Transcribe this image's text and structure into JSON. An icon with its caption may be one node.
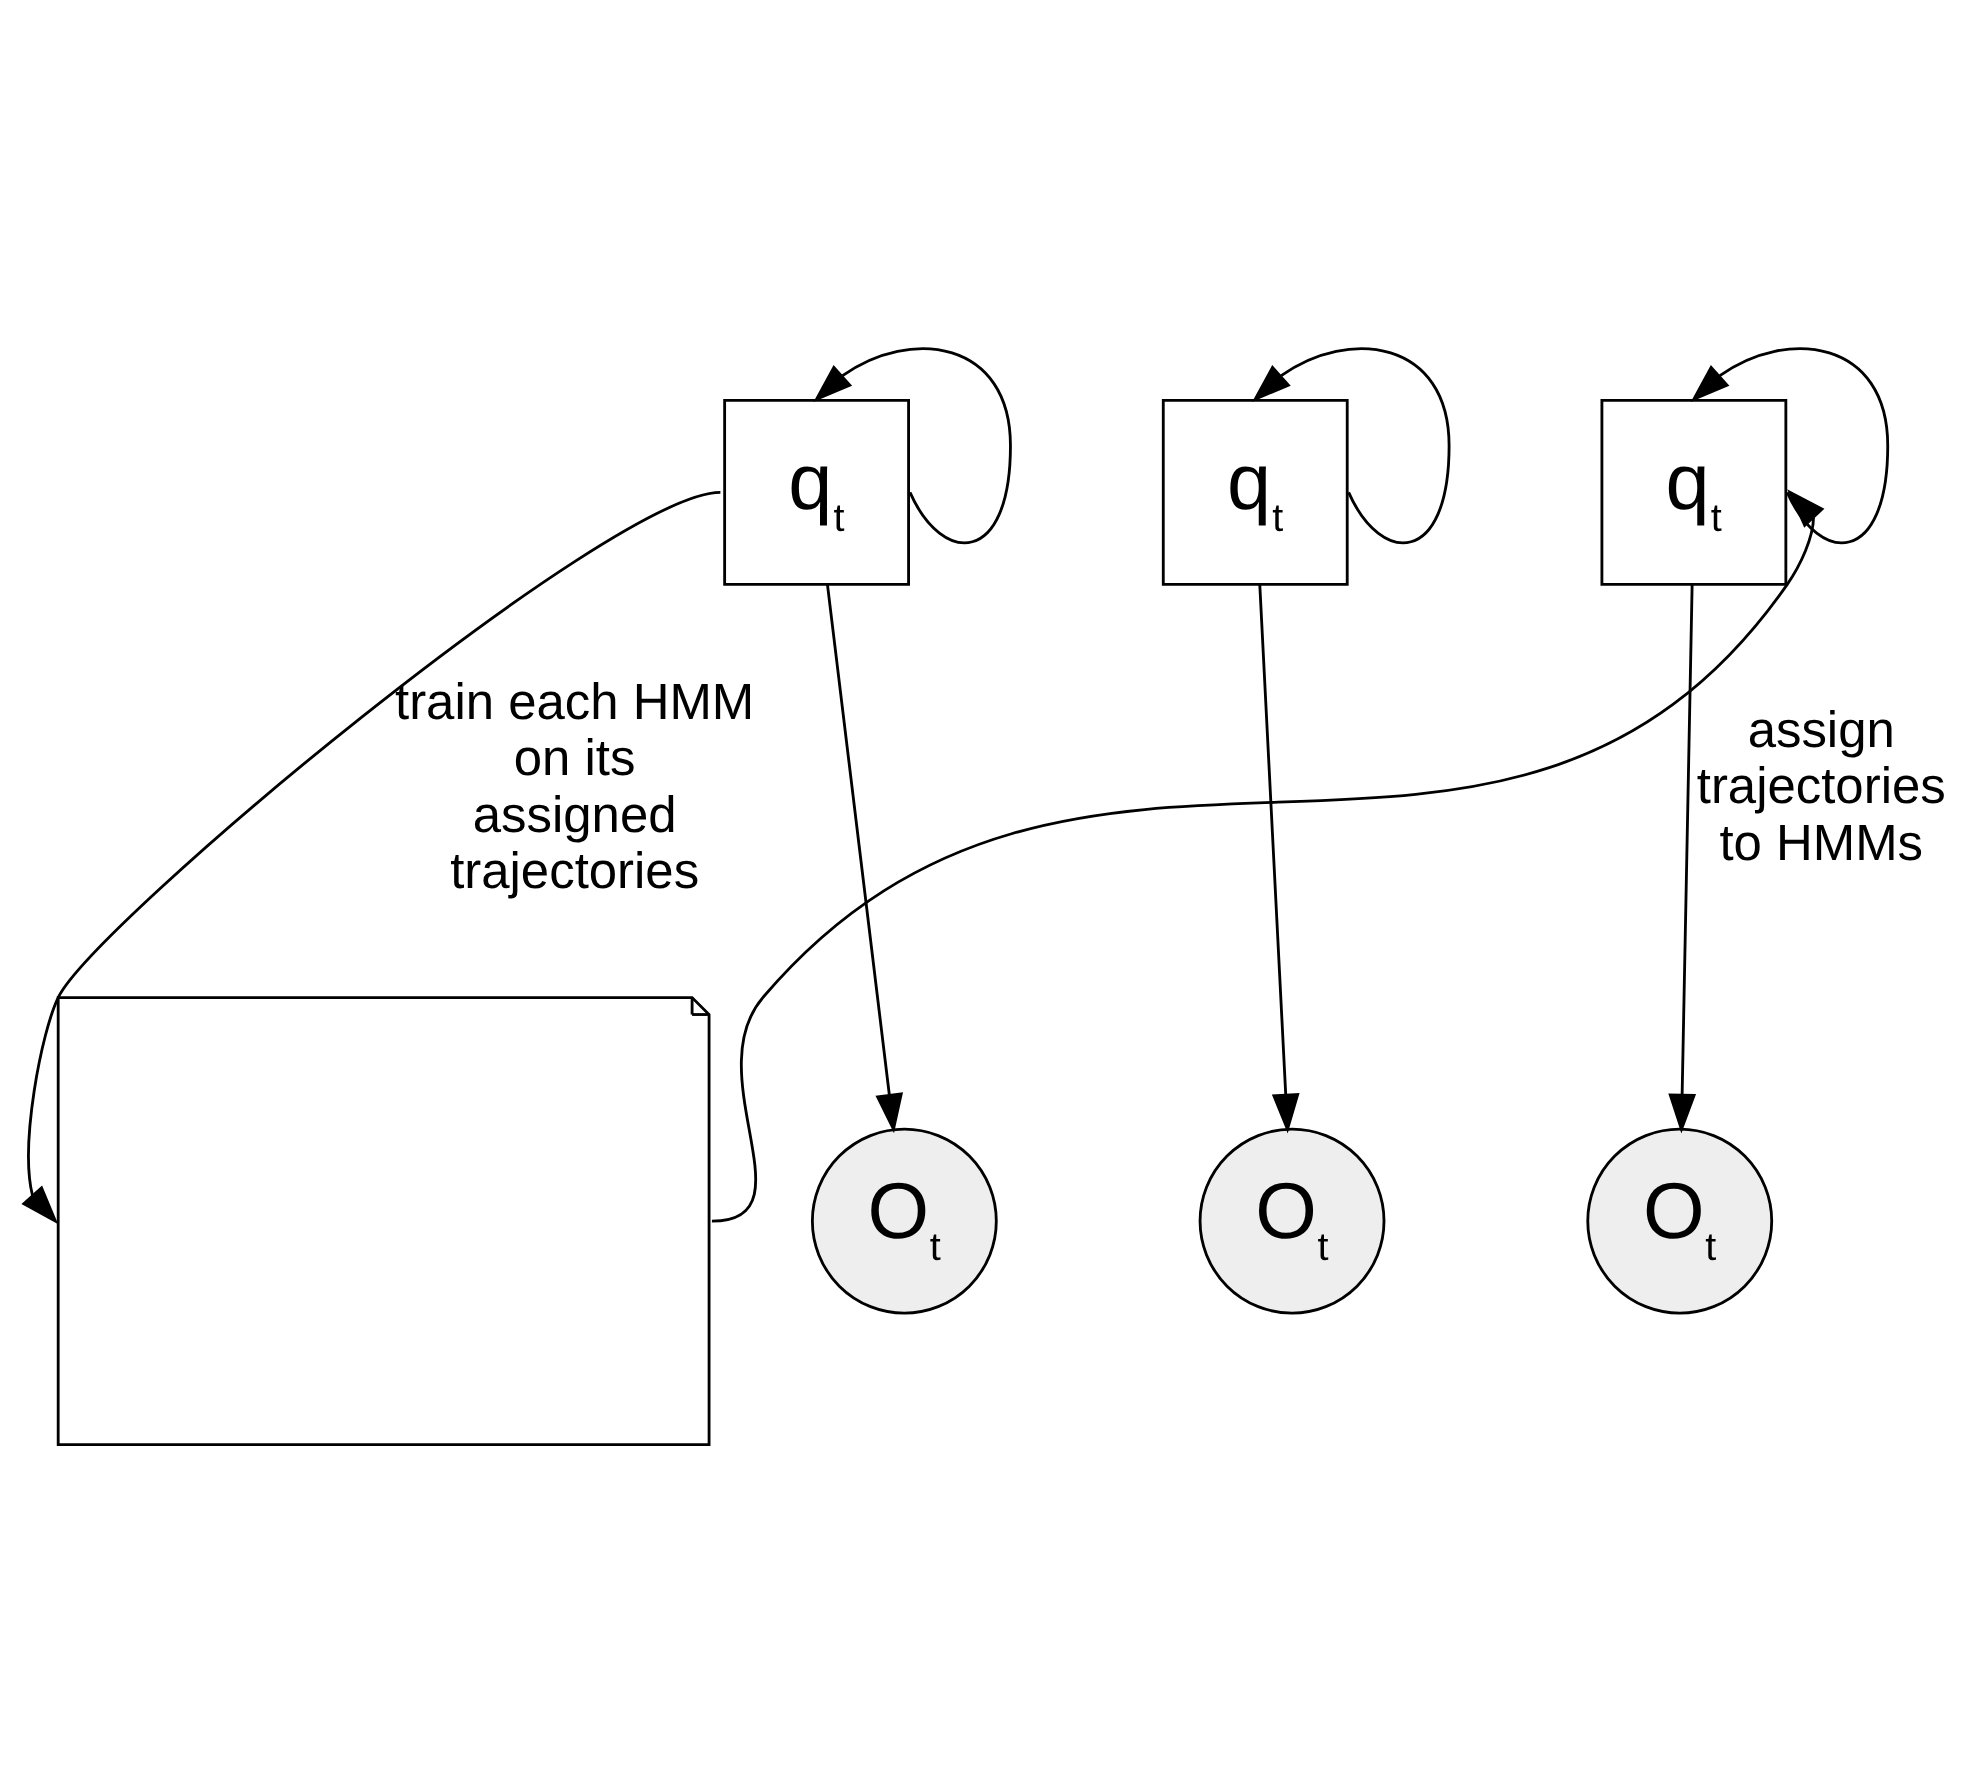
{
  "diagram": {
    "nodes": [
      {
        "text": [
          "q$_{t}$"
        ]
      },
      {
        "text": [
          "q$_{t}$"
        ]
      },
      {
        "text": [
          "q$_{t}$"
        ]
      },
      {
        "text": [
          "O$_{t}$"
        ]
      },
      {
        "text": [
          "O$_{t}$"
        ]
      },
      {
        "text": [
          "O$_{t}$"
        ]
      },
      {
        "text": [],
        "shape": "picture"
      }
    ],
    "edges": [
      {
        "from": 0,
        "to": 0,
        "arrow": "to"
      },
      {
        "from": 1,
        "to": 1,
        "arrow": "to"
      },
      {
        "from": 2,
        "to": 2,
        "arrow": "to"
      },
      {
        "from": 0,
        "to": 3,
        "arrow": "to"
      },
      {
        "from": 1,
        "to": 4,
        "arrow": "to"
      },
      {
        "from": 2,
        "to": 5,
        "arrow": "to"
      },
      {
        "from": 0,
        "to": 6,
        "arrow": "to",
        "label": "train each HMM on its assigned trajectories"
      },
      {
        "from": 6,
        "to": 2,
        "arrow": "to",
        "label": "assign trajectories to HMMs"
      }
    ]
  }
}
